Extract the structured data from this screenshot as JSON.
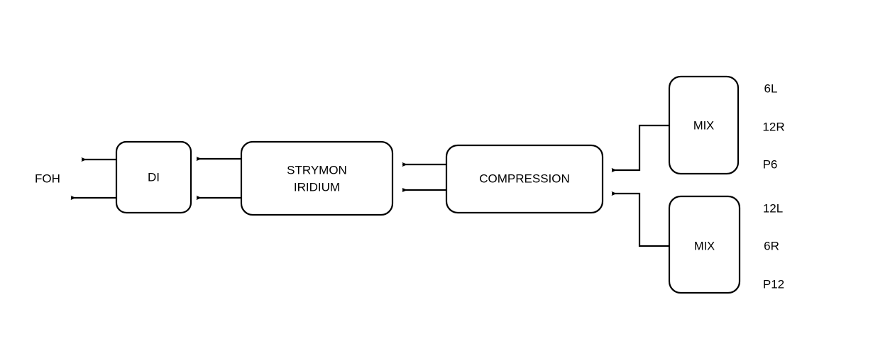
{
  "diagram": {
    "type": "signal-flow-block-diagram",
    "background_color": "#ffffff",
    "line_color": "#000000",
    "nodes": [
      {
        "id": "di",
        "label": "DI",
        "label_line1": "DI",
        "label_line2": ""
      },
      {
        "id": "strymon",
        "label": "STRYMON IRIDIUM",
        "label_line1": "STRYMON",
        "label_line2": "IRIDIUM"
      },
      {
        "id": "compression",
        "label": "COMPRESSION",
        "label_line1": "COMPRESSION",
        "label_line2": ""
      },
      {
        "id": "mix_top",
        "label": "MIX",
        "label_line1": "MIX",
        "label_line2": ""
      },
      {
        "id": "mix_bottom",
        "label": "MIX",
        "label_line1": "MIX",
        "label_line2": ""
      }
    ],
    "output_label": "FOH",
    "source_labels_top": [
      "6L",
      "12R",
      "P6"
    ],
    "source_labels_bottom": [
      "12L",
      "6R",
      "P12"
    ],
    "edges": [
      {
        "from": "di",
        "to": "foh",
        "channel": "upper"
      },
      {
        "from": "di",
        "to": "foh",
        "channel": "lower"
      },
      {
        "from": "strymon",
        "to": "di",
        "channel": "upper"
      },
      {
        "from": "strymon",
        "to": "di",
        "channel": "lower"
      },
      {
        "from": "compression",
        "to": "strymon",
        "channel": "upper"
      },
      {
        "from": "compression",
        "to": "strymon",
        "channel": "lower"
      },
      {
        "from": "mix_top",
        "to": "compression",
        "channel": "upper"
      },
      {
        "from": "mix_bottom",
        "to": "compression",
        "channel": "lower"
      }
    ]
  }
}
